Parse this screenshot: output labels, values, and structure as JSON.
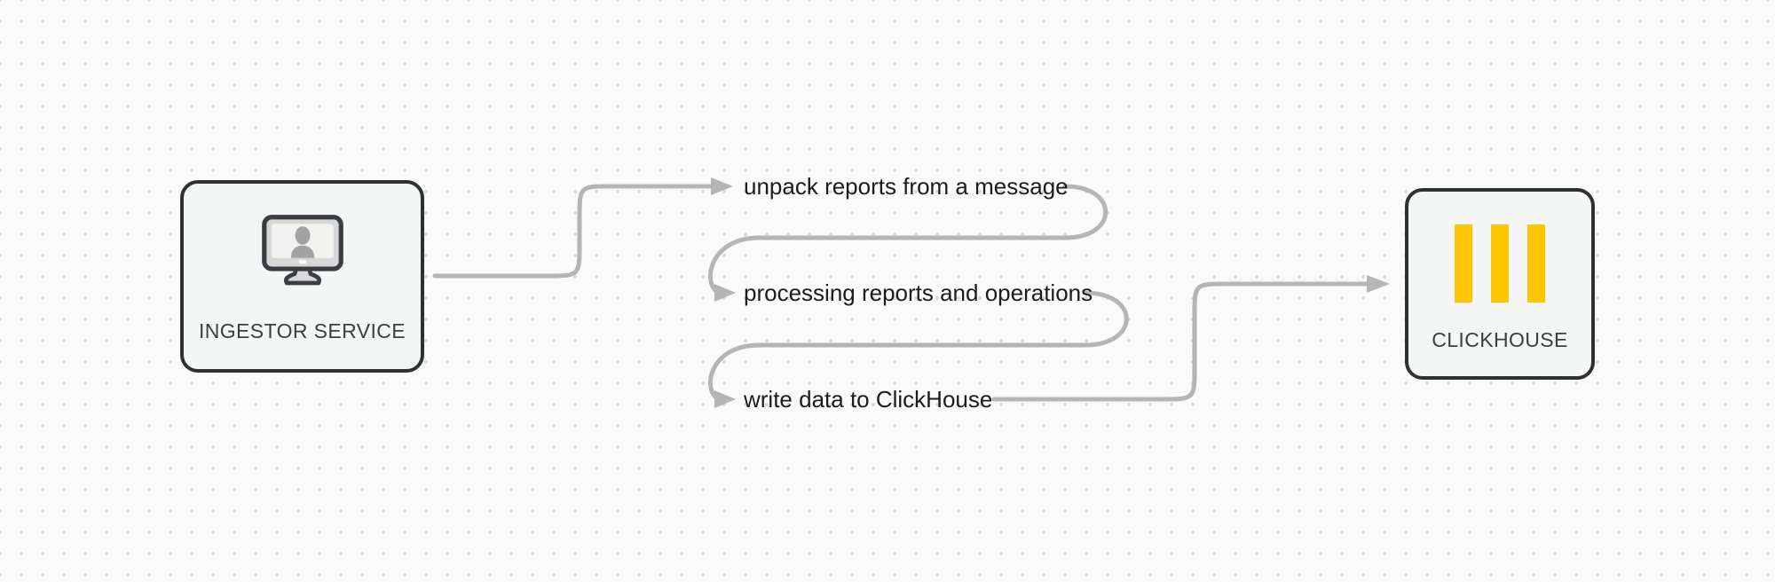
{
  "diagram": {
    "nodes": [
      {
        "id": "ingestor-service",
        "label": "INGESTOR SERVICE",
        "icon": "monitor-user-icon"
      },
      {
        "id": "clickhouse",
        "label": "CLICKHOUSE",
        "icon": "clickhouse-bars-icon"
      }
    ],
    "steps": [
      {
        "label": "unpack reports from a message"
      },
      {
        "label": "processing reports and operations"
      },
      {
        "label": "write data to ClickHouse"
      }
    ],
    "colors": {
      "background": "#fafafa",
      "grid_dot": "#d9d9d9",
      "node_fill": "#f4f5f5",
      "node_border": "#2d3134",
      "connector": "#b5b5b5",
      "label_text": "#1c1c1e",
      "node_label_text": "#3a3f44",
      "clickhouse_yellow": "#fec601",
      "monitor_body": "#d7d7d7",
      "monitor_screen": "#f2f2f1",
      "monitor_silhouette": "#a2a2a2",
      "monitor_outline": "#3a3e42"
    }
  }
}
